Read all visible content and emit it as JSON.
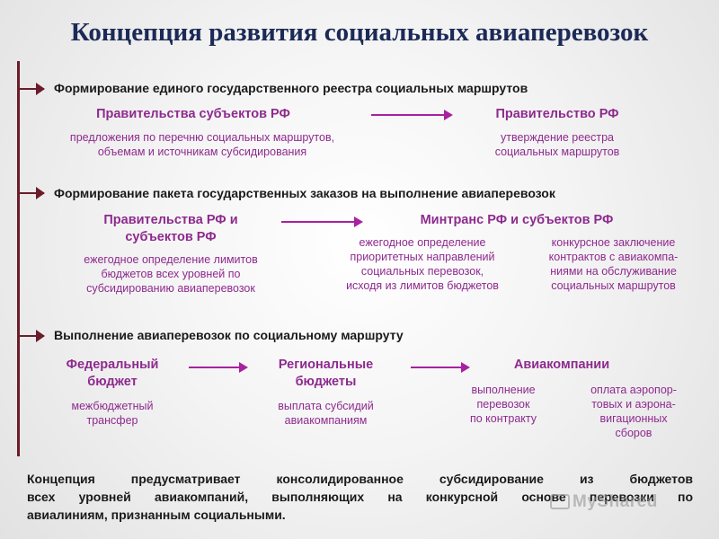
{
  "title": "Концепция развития социальных авиаперевозок",
  "sections": [
    {
      "heading": "Формирование единого государственного реестра социальных маршрутов",
      "left": {
        "subheading": "Правительства субъектов РФ",
        "description": [
          "предложения по перечню социальных маршрутов,",
          "объемам и источникам субсидирования"
        ]
      },
      "right": {
        "subheading": "Правительство РФ",
        "description": [
          "утверждение реестра",
          "социальных маршрутов"
        ]
      }
    },
    {
      "heading": "Формирование пакета государственных заказов на выполнение авиаперевозок",
      "left": {
        "subheading": [
          "Правительства РФ и",
          "субъектов РФ"
        ],
        "description": [
          "ежегодное определение лимитов",
          "бюджетов всех уровней по",
          "субсидированию авиаперевозок"
        ]
      },
      "right": {
        "subheading": "Минтранс РФ и субъектов РФ",
        "description_a": [
          "ежегодное определение",
          "приоритетных направлений",
          "социальных перевозок,",
          "исходя из лимитов бюджетов"
        ],
        "description_b": [
          "конкурсное заключение",
          "контрактов с авиакомпа-",
          "ниями на обслуживание",
          "социальных маршрутов"
        ]
      }
    },
    {
      "heading": "Выполнение авиаперевозок по социальному маршруту",
      "col1": {
        "subheading": [
          "Федеральный",
          "бюджет"
        ],
        "description": [
          "межбюджетный",
          "трансфер"
        ]
      },
      "col2": {
        "subheading": [
          "Региональные",
          "бюджеты"
        ],
        "description": [
          "выплата субсидий",
          "авиакомпаниям"
        ]
      },
      "col3": {
        "subheading": "Авиакомпании",
        "description_a": [
          "выполнение",
          "перевозок",
          "по контракту"
        ],
        "description_b": [
          "оплата аэропор-",
          "товых и аэрона-",
          "вигационных",
          "сборов"
        ]
      }
    }
  ],
  "conclusion": [
    "Концепция предусматривает консолидированное субсидирование из бюджетов",
    "всех уровней авиакомпаний, выполняющих на конкурсной основе перевозки по",
    "авиалиниям, признанным социальными."
  ],
  "watermark": "MyShared",
  "colors": {
    "title": "#1b2a57",
    "accent": "#8e2a8e",
    "arrow": "#a8219f",
    "spine": "#6b1c2a"
  }
}
